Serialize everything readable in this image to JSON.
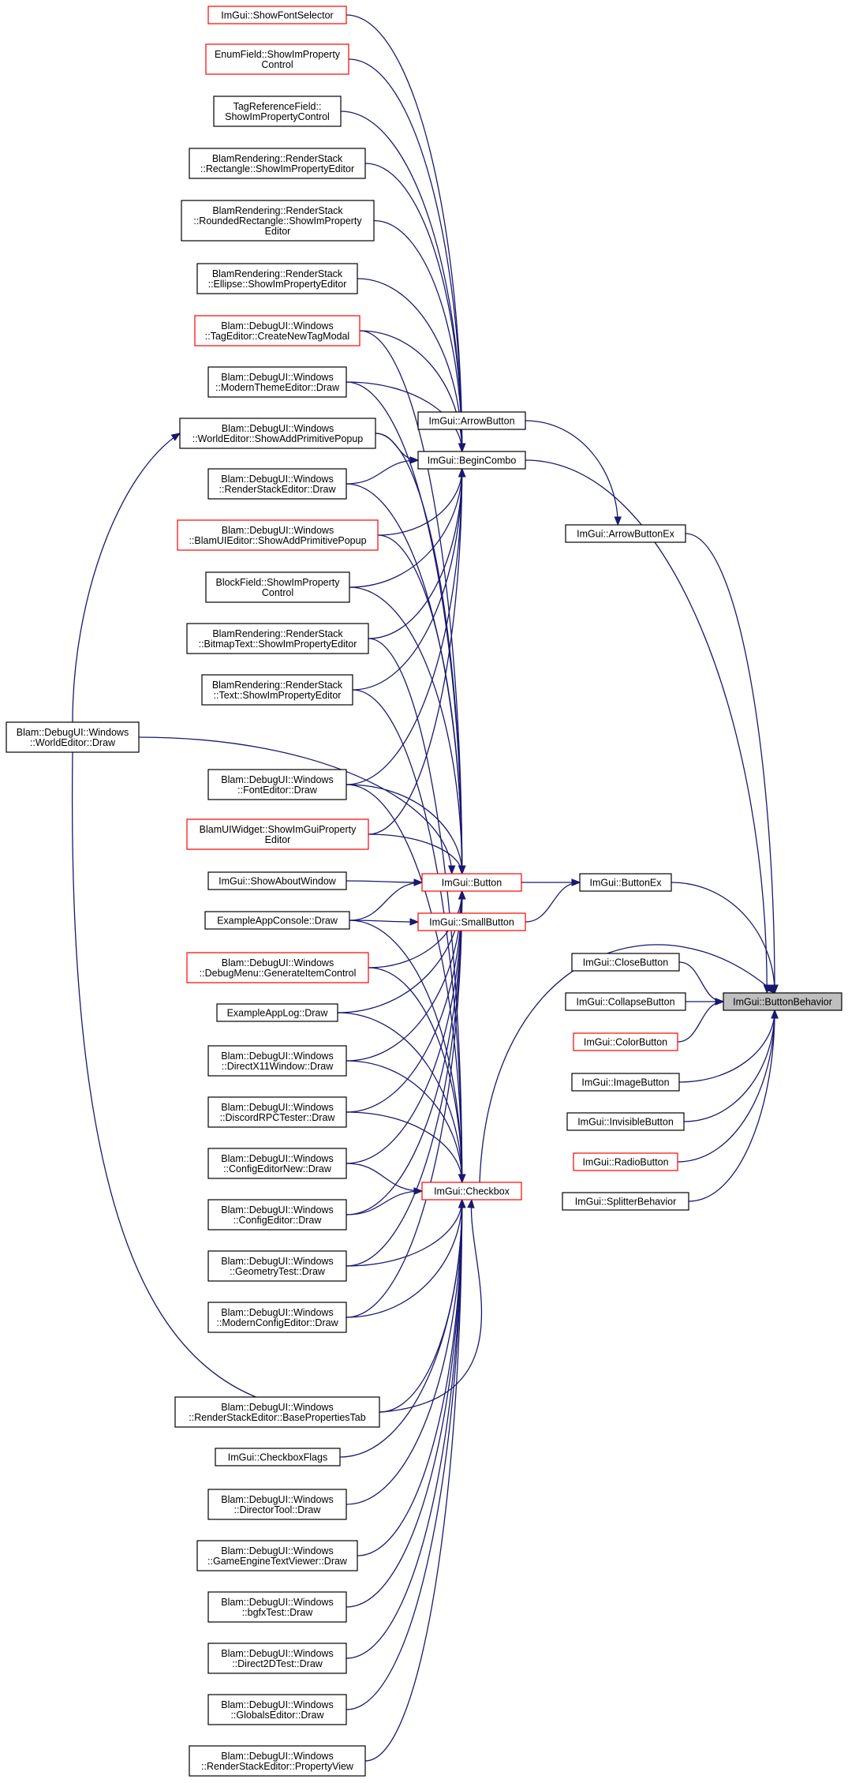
{
  "colors": {
    "edge": "#191970",
    "node_border": "#000000",
    "node_border_incomplete": "#ff0000",
    "focus_fill": "#bfbfbf",
    "background": "#ffffff"
  },
  "nodes": [
    {
      "id": "n_showfont",
      "lines": [
        "ImGui::ShowFontSelector"
      ],
      "red": true
    },
    {
      "id": "n_enumfield",
      "lines": [
        "EnumField::ShowImProperty",
        "Control"
      ],
      "red": true
    },
    {
      "id": "n_tagref",
      "lines": [
        "TagReferenceField::",
        "ShowImPropertyControl"
      ]
    },
    {
      "id": "n_rs_rect",
      "lines": [
        "BlamRendering::RenderStack",
        "::Rectangle::ShowImPropertyEditor"
      ]
    },
    {
      "id": "n_rs_rrect",
      "lines": [
        "BlamRendering::RenderStack",
        "::RoundedRectangle::ShowImProperty",
        "Editor"
      ]
    },
    {
      "id": "n_rs_ellipse",
      "lines": [
        "BlamRendering::RenderStack",
        "::Ellipse::ShowImPropertyEditor"
      ]
    },
    {
      "id": "n_tageditor",
      "lines": [
        "Blam::DebugUI::Windows",
        "::TagEditor::CreateNewTagModal"
      ],
      "red": true
    },
    {
      "id": "n_moderntheme",
      "lines": [
        "Blam::DebugUI::Windows",
        "::ModernThemeEditor::Draw"
      ]
    },
    {
      "id": "n_we_addprim",
      "lines": [
        "Blam::DebugUI::Windows",
        "::WorldEditor::ShowAddPrimitivePopup"
      ]
    },
    {
      "id": "n_rse_draw",
      "lines": [
        "Blam::DebugUI::Windows",
        "::RenderStackEditor::Draw"
      ]
    },
    {
      "id": "n_blamui_addprim",
      "lines": [
        "Blam::DebugUI::Windows",
        "::BlamUIEditor::ShowAddPrimitivePopup"
      ],
      "red": true
    },
    {
      "id": "n_blockfield",
      "lines": [
        "BlockField::ShowImProperty",
        "Control"
      ]
    },
    {
      "id": "n_rs_bitmap",
      "lines": [
        "BlamRendering::RenderStack",
        "::BitmapText::ShowImPropertyEditor"
      ]
    },
    {
      "id": "n_rs_text",
      "lines": [
        "BlamRendering::RenderStack",
        "::Text::ShowImPropertyEditor"
      ]
    },
    {
      "id": "n_worldeditor",
      "lines": [
        "Blam::DebugUI::Windows",
        "::WorldEditor::Draw"
      ]
    },
    {
      "id": "n_fonteditor",
      "lines": [
        "Blam::DebugUI::Windows",
        "::FontEditor::Draw"
      ]
    },
    {
      "id": "n_blamuiwidget",
      "lines": [
        "BlamUIWidget::ShowImGuiProperty",
        "Editor"
      ],
      "red": true
    },
    {
      "id": "n_showabout",
      "lines": [
        "ImGui::ShowAboutWindow"
      ]
    },
    {
      "id": "n_appconsole",
      "lines": [
        "ExampleAppConsole::Draw"
      ]
    },
    {
      "id": "n_debugmenu",
      "lines": [
        "Blam::DebugUI::Windows",
        "::DebugMenu::GenerateItemControl"
      ],
      "red": true
    },
    {
      "id": "n_applog",
      "lines": [
        "ExampleAppLog::Draw"
      ]
    },
    {
      "id": "n_dx11",
      "lines": [
        "Blam::DebugUI::Windows",
        "::DirectX11Window::Draw"
      ]
    },
    {
      "id": "n_discord",
      "lines": [
        "Blam::DebugUI::Windows",
        "::DiscordRPCTester::Draw"
      ]
    },
    {
      "id": "n_cfgnew",
      "lines": [
        "Blam::DebugUI::Windows",
        "::ConfigEditorNew::Draw"
      ]
    },
    {
      "id": "n_cfg",
      "lines": [
        "Blam::DebugUI::Windows",
        "::ConfigEditor::Draw"
      ]
    },
    {
      "id": "n_geotest",
      "lines": [
        "Blam::DebugUI::Windows",
        "::GeometryTest::Draw"
      ]
    },
    {
      "id": "n_moderncfg",
      "lines": [
        "Blam::DebugUI::Windows",
        "::ModernConfigEditor::Draw"
      ]
    },
    {
      "id": "n_rse_base",
      "lines": [
        "Blam::DebugUI::Windows",
        "::RenderStackEditor::BasePropertiesTab"
      ]
    },
    {
      "id": "n_cbflags",
      "lines": [
        "ImGui::CheckboxFlags"
      ]
    },
    {
      "id": "n_director",
      "lines": [
        "Blam::DebugUI::Windows",
        "::DirectorTool::Draw"
      ]
    },
    {
      "id": "n_getv",
      "lines": [
        "Blam::DebugUI::Windows",
        "::GameEngineTextViewer::Draw"
      ]
    },
    {
      "id": "n_bgfx",
      "lines": [
        "Blam::DebugUI::Windows",
        "::bgfxTest::Draw"
      ]
    },
    {
      "id": "n_d2d",
      "lines": [
        "Blam::DebugUI::Windows",
        "::Direct2DTest::Draw"
      ]
    },
    {
      "id": "n_globals",
      "lines": [
        "Blam::DebugUI::Windows",
        "::GlobalsEditor::Draw"
      ]
    },
    {
      "id": "n_rse_prop",
      "lines": [
        "Blam::DebugUI::Windows",
        "::RenderStackEditor::PropertyView"
      ]
    },
    {
      "id": "n_arrowbtn",
      "lines": [
        "ImGui::ArrowButton"
      ]
    },
    {
      "id": "n_begincombo",
      "lines": [
        "ImGui::BeginCombo"
      ]
    },
    {
      "id": "n_button",
      "lines": [
        "ImGui::Button"
      ],
      "red": true
    },
    {
      "id": "n_smallbtn",
      "lines": [
        "ImGui::SmallButton"
      ],
      "red": true
    },
    {
      "id": "n_checkbox",
      "lines": [
        "ImGui::Checkbox"
      ],
      "red": true
    },
    {
      "id": "n_arrowbtnex",
      "lines": [
        "ImGui::ArrowButtonEx"
      ]
    },
    {
      "id": "n_buttonex",
      "lines": [
        "ImGui::ButtonEx"
      ]
    },
    {
      "id": "n_closebtn",
      "lines": [
        "ImGui::CloseButton"
      ]
    },
    {
      "id": "n_collapsebtn",
      "lines": [
        "ImGui::CollapseButton"
      ]
    },
    {
      "id": "n_colorbtn",
      "lines": [
        "ImGui::ColorButton"
      ],
      "red": true
    },
    {
      "id": "n_imagebtn",
      "lines": [
        "ImGui::ImageButton"
      ]
    },
    {
      "id": "n_invisiblebtn",
      "lines": [
        "ImGui::InvisibleButton"
      ]
    },
    {
      "id": "n_radiobtn",
      "lines": [
        "ImGui::RadioButton"
      ],
      "red": true
    },
    {
      "id": "n_splitter",
      "lines": [
        "ImGui::SplitterBehavior"
      ]
    },
    {
      "id": "n_buttonbehavior",
      "lines": [
        "ImGui::ButtonBehavior"
      ],
      "focus": true
    }
  ],
  "edges": [
    {
      "from": "n_buttonex",
      "to": "n_buttonbehavior"
    },
    {
      "from": "n_closebtn",
      "to": "n_buttonbehavior"
    },
    {
      "from": "n_collapsebtn",
      "to": "n_buttonbehavior"
    },
    {
      "from": "n_colorbtn",
      "to": "n_buttonbehavior"
    },
    {
      "from": "n_imagebtn",
      "to": "n_buttonbehavior"
    },
    {
      "from": "n_invisiblebtn",
      "to": "n_buttonbehavior"
    },
    {
      "from": "n_radiobtn",
      "to": "n_buttonbehavior"
    },
    {
      "from": "n_splitter",
      "to": "n_buttonbehavior"
    },
    {
      "from": "n_arrowbtnex",
      "to": "n_buttonbehavior"
    },
    {
      "from": "n_begincombo",
      "to": "n_buttonbehavior"
    },
    {
      "from": "n_checkbox",
      "to": "n_buttonbehavior"
    },
    {
      "from": "n_arrowbtn",
      "to": "n_arrowbtnex"
    },
    {
      "from": "n_button",
      "to": "n_buttonex"
    },
    {
      "from": "n_smallbtn",
      "to": "n_buttonex"
    },
    {
      "from": "n_showfont",
      "to": "n_begincombo"
    },
    {
      "from": "n_enumfield",
      "to": "n_begincombo"
    },
    {
      "from": "n_tagref",
      "to": "n_begincombo"
    },
    {
      "from": "n_rs_rect",
      "to": "n_begincombo"
    },
    {
      "from": "n_rs_rrect",
      "to": "n_begincombo"
    },
    {
      "from": "n_rs_ellipse",
      "to": "n_begincombo"
    },
    {
      "from": "n_tageditor",
      "to": "n_begincombo"
    },
    {
      "from": "n_moderntheme",
      "to": "n_begincombo"
    },
    {
      "from": "n_we_addprim",
      "to": "n_begincombo"
    },
    {
      "from": "n_rse_draw",
      "to": "n_begincombo"
    },
    {
      "from": "n_blamui_addprim",
      "to": "n_begincombo"
    },
    {
      "from": "n_blockfield",
      "to": "n_begincombo"
    },
    {
      "from": "n_rs_bitmap",
      "to": "n_begincombo"
    },
    {
      "from": "n_rs_text",
      "to": "n_begincombo"
    },
    {
      "from": "n_fonteditor",
      "to": "n_begincombo"
    },
    {
      "from": "n_blamuiwidget",
      "to": "n_begincombo"
    },
    {
      "from": "n_tageditor",
      "to": "n_button"
    },
    {
      "from": "n_moderntheme",
      "to": "n_button"
    },
    {
      "from": "n_we_addprim",
      "to": "n_button"
    },
    {
      "from": "n_rse_draw",
      "to": "n_button"
    },
    {
      "from": "n_blamui_addprim",
      "to": "n_button"
    },
    {
      "from": "n_blockfield",
      "to": "n_button"
    },
    {
      "from": "n_worldeditor",
      "to": "n_button"
    },
    {
      "from": "n_fonteditor",
      "to": "n_button"
    },
    {
      "from": "n_blamuiwidget",
      "to": "n_button"
    },
    {
      "from": "n_showabout",
      "to": "n_button"
    },
    {
      "from": "n_appconsole",
      "to": "n_button"
    },
    {
      "from": "n_debugmenu",
      "to": "n_button"
    },
    {
      "from": "n_applog",
      "to": "n_button"
    },
    {
      "from": "n_dx11",
      "to": "n_button"
    },
    {
      "from": "n_discord",
      "to": "n_button"
    },
    {
      "from": "n_cfgnew",
      "to": "n_button"
    },
    {
      "from": "n_cfg",
      "to": "n_button"
    },
    {
      "from": "n_geotest",
      "to": "n_button"
    },
    {
      "from": "n_moderncfg",
      "to": "n_button"
    },
    {
      "from": "n_appconsole",
      "to": "n_smallbtn"
    },
    {
      "from": "n_worldeditor",
      "to": "n_we_addprim"
    },
    {
      "from": "n_rs_bitmap",
      "to": "n_checkbox"
    },
    {
      "from": "n_rs_text",
      "to": "n_checkbox"
    },
    {
      "from": "n_worldeditor",
      "to": "n_checkbox"
    },
    {
      "from": "n_fonteditor",
      "to": "n_checkbox"
    },
    {
      "from": "n_appconsole",
      "to": "n_checkbox"
    },
    {
      "from": "n_debugmenu",
      "to": "n_checkbox"
    },
    {
      "from": "n_applog",
      "to": "n_checkbox"
    },
    {
      "from": "n_dx11",
      "to": "n_checkbox"
    },
    {
      "from": "n_discord",
      "to": "n_checkbox"
    },
    {
      "from": "n_cfgnew",
      "to": "n_checkbox"
    },
    {
      "from": "n_cfg",
      "to": "n_checkbox"
    },
    {
      "from": "n_geotest",
      "to": "n_checkbox"
    },
    {
      "from": "n_moderncfg",
      "to": "n_checkbox"
    },
    {
      "from": "n_rse_base",
      "to": "n_checkbox"
    },
    {
      "from": "n_cbflags",
      "to": "n_checkbox"
    },
    {
      "from": "n_director",
      "to": "n_checkbox"
    },
    {
      "from": "n_getv",
      "to": "n_checkbox"
    },
    {
      "from": "n_bgfx",
      "to": "n_checkbox"
    },
    {
      "from": "n_d2d",
      "to": "n_checkbox"
    },
    {
      "from": "n_globals",
      "to": "n_checkbox"
    },
    {
      "from": "n_rse_prop",
      "to": "n_checkbox"
    }
  ]
}
